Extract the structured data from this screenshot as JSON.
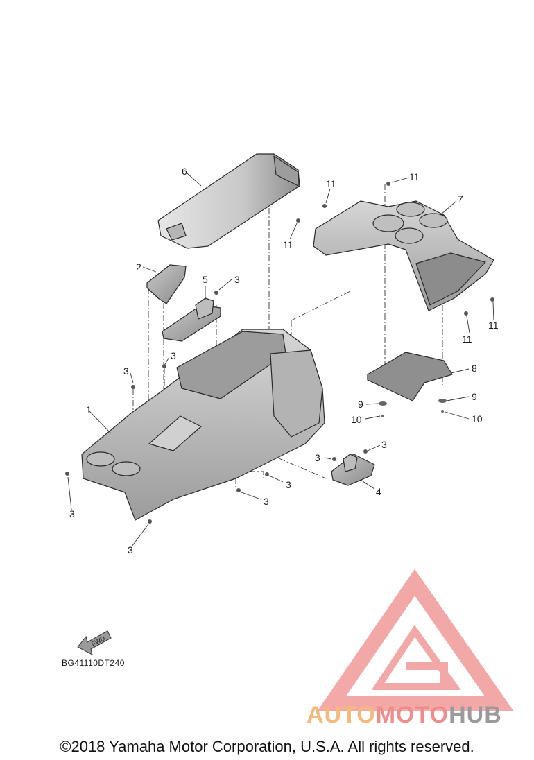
{
  "diagram_code": "BG41110DT240",
  "copyright": "©2018 Yamaha Motor Corporation, U.S.A. All rights reserved.",
  "fwd_label": "FWD",
  "watermark": {
    "part1": "AUTO",
    "part2": "MOTO",
    "part3": "HUB",
    "color1": "#f5b97a",
    "color2": "#f08c8c",
    "color3": "#9a9a9a"
  },
  "callouts": {
    "c1": "1",
    "c2": "2",
    "c3_a": "3",
    "c3_b": "3",
    "c3_c": "3",
    "c3_d": "3",
    "c3_e": "3",
    "c3_f": "3",
    "c3_g": "3",
    "c3_h": "3",
    "c3_i": "3",
    "c4": "4",
    "c5": "5",
    "c6": "6",
    "c7": "7",
    "c8": "8",
    "c9_a": "9",
    "c9_b": "9",
    "c10_a": "10",
    "c10_b": "10",
    "c11_a": "11",
    "c11_b": "11",
    "c11_c": "11",
    "c11_d": "11",
    "c11_e": "11"
  }
}
